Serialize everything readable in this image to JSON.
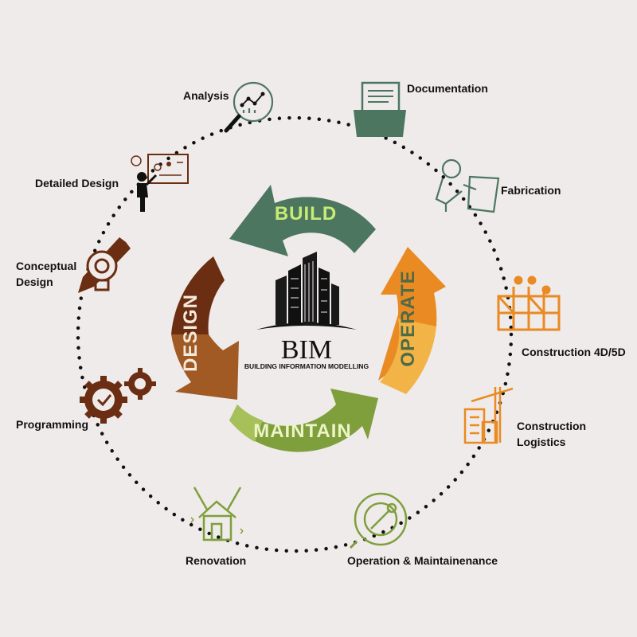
{
  "center": {
    "title": "BIM",
    "subtitle": "BUILDING INFORMATION MODELLING"
  },
  "cycle_arrows": [
    {
      "label": "BUILD",
      "color": "#4d7661",
      "text_color": "#c8ec72"
    },
    {
      "label": "OPERATE",
      "color": "#ea8a22",
      "color_light": "#f2b446",
      "text_color": "#4f6b46"
    },
    {
      "label": "MAINTAIN",
      "color": "#7f9f3c",
      "color_light": "#a6c05a",
      "text_color": "#eef3c8"
    },
    {
      "label": "DESIGN",
      "color": "#6b2e12",
      "color_light": "#a15a23",
      "text_color": "#f4eadc"
    }
  ],
  "stages": {
    "analysis": "Analysis",
    "documentation": "Documentation",
    "fabrication": "Fabrication",
    "construction_4d5d": "Construction 4D/5D",
    "construction_logistics": [
      "Construction",
      "Logistics"
    ],
    "operation_maintenance": "Operation & Maintainenance",
    "renovation": "Renovation",
    "programming": "Programming",
    "conceptual_design": [
      "Conceptual",
      "Design"
    ],
    "detailed_design": "Detailed Design"
  },
  "colors": {
    "background": "#efebea",
    "dots": "#111111",
    "dark_green": "#4d7661",
    "orange": "#ea8a22",
    "olive": "#7f9f3c",
    "brown": "#6b2e12"
  }
}
